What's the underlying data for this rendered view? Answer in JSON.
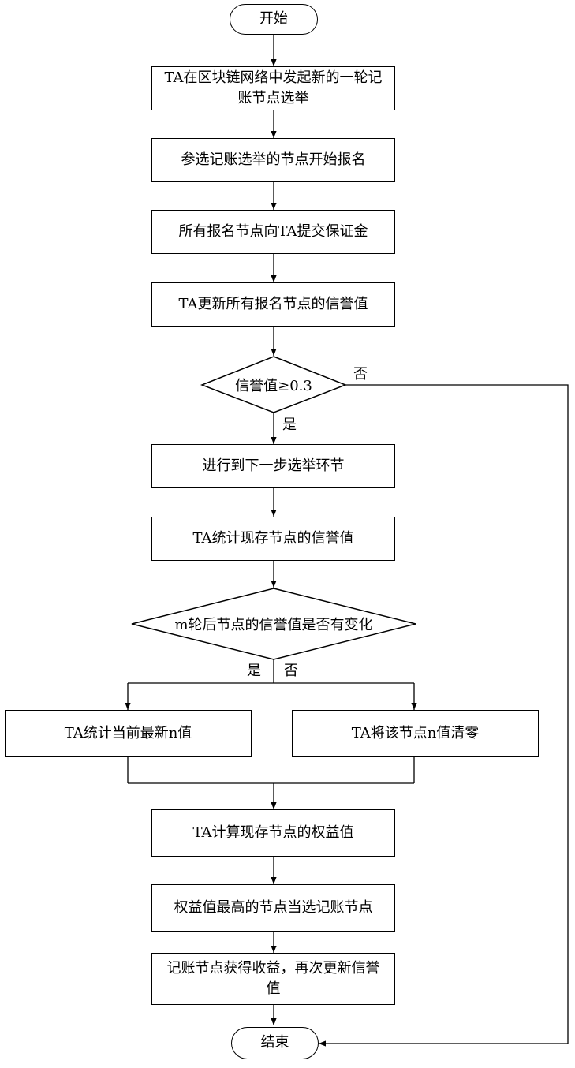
{
  "flowchart": {
    "start": "开始",
    "step1": "TA在区块链网络中发起新的一轮记账节点选举",
    "step2": "参选记账选举的节点开始报名",
    "step3": "所有报名节点向TA提交保证金",
    "step4": "TA更新所有报名节点的信誉值",
    "decision1": "信誉值≥0.3",
    "decision1_no": "否",
    "decision1_yes": "是",
    "step5": "进行到下一步选举环节",
    "step6": "TA统计现存节点的信誉值",
    "decision2": "m轮后节点的信誉值是否有变化",
    "decision2_yes": "是",
    "decision2_no": "否",
    "step7a": "TA统计当前最新n值",
    "step7b": "TA将该节点n值清零",
    "step8": "TA计算现存节点的权益值",
    "step9": "权益值最高的节点当选记账节点",
    "step10": "记账节点获得收益，再次更新信誉值",
    "end": "结束"
  }
}
